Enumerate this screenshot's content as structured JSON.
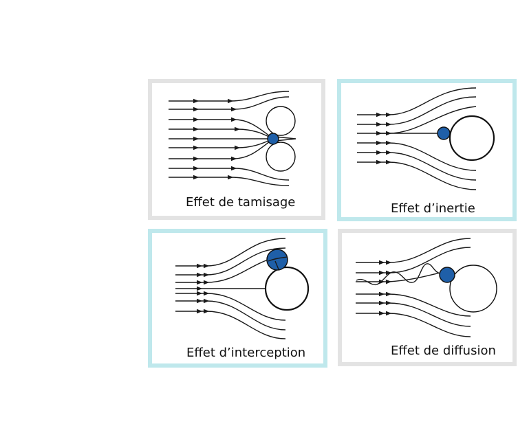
{
  "panels": [
    {
      "label": "Effet de tamisage",
      "border_color": "#e3e3e3"
    },
    {
      "label": "Effet d’inertie",
      "border_color": "#bfe8ec"
    },
    {
      "label": "Effet d’interception",
      "border_color": "#bfe8ec"
    },
    {
      "label": "Effet de diffusion",
      "border_color": "#e3e3e3"
    }
  ],
  "colors": {
    "particle": "#1f5fa8",
    "streamline": "#1a1a1a"
  }
}
